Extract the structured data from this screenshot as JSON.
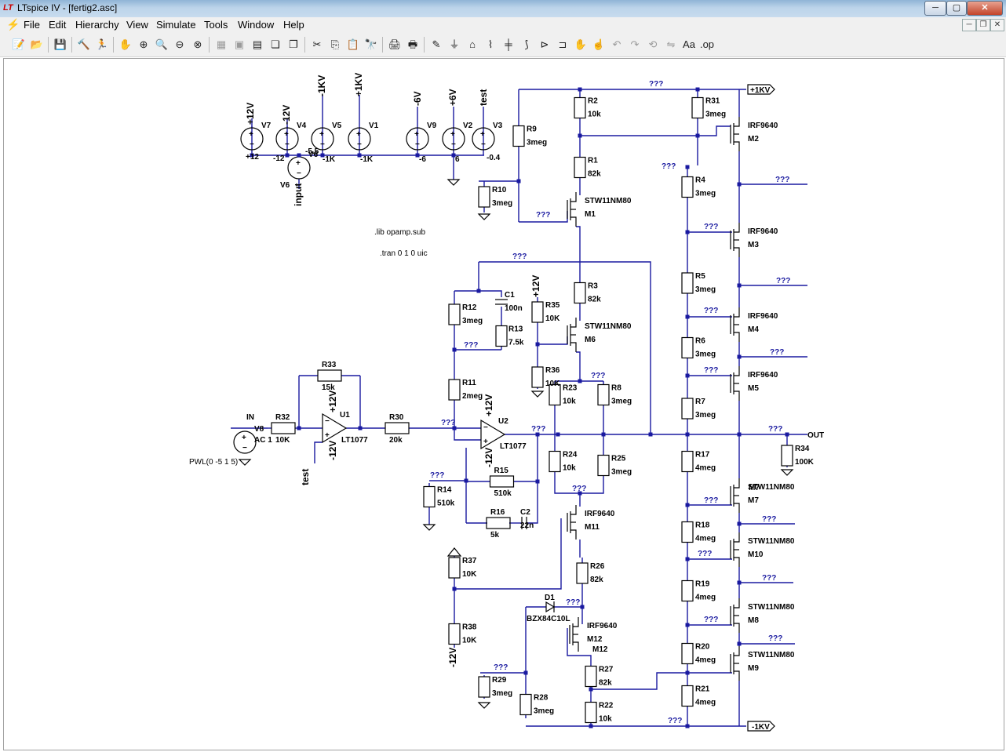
{
  "window": {
    "title": "LTspice IV - [fertig2.asc]",
    "minimize": "─",
    "maximize": "▢",
    "close": "✕"
  },
  "menu": [
    "File",
    "Edit",
    "Hierarchy",
    "View",
    "Simulate",
    "Tools",
    "Window",
    "Help"
  ],
  "toolbar_icons": [
    "new-schematic-icon",
    "open-icon",
    "save-icon",
    "control-panel-icon",
    "run-icon",
    "halt-icon",
    "zoom-in-icon",
    "pan-icon",
    "zoom-out-icon",
    "zoom-cancel-icon",
    "autoscale-icon",
    "fit-icon",
    "tile-icon",
    "cascade-icon",
    "close-all-icon",
    "cut-icon",
    "copy-icon",
    "paste-icon",
    "find-icon",
    "print-setup-icon",
    "print-icon",
    "wire-icon",
    "ground-icon",
    "label-icon",
    "resistor-icon",
    "capacitor-icon",
    "inductor-icon",
    "diode-icon",
    "component-icon",
    "move-icon",
    "drag-icon",
    "undo-icon",
    "redo-icon",
    "rotate-icon",
    "mirror-icon",
    "text-icon",
    "spice-directive-icon"
  ],
  "directives": [
    ".lib opamp.sub",
    ".tran 0 1 0  uic"
  ],
  "labels": [
    "???",
    "+1KV",
    "-1KV",
    "OUT",
    "IN",
    "input",
    "test"
  ],
  "components": [
    {
      "ref": "V7",
      "value": "+12"
    },
    {
      "ref": "V4",
      "value": "-12"
    },
    {
      "ref": "V5",
      "value": "-5.5"
    },
    {
      "ref": "V1",
      "value": "-1K"
    },
    {
      "ref": "V9",
      "value": "-6"
    },
    {
      "ref": "V2",
      "value": "6"
    },
    {
      "ref": "V3",
      "value": "-0.4"
    },
    {
      "ref": "V6",
      "value": ""
    },
    {
      "ref": "V8",
      "value": "AC 1"
    },
    {
      "ref": "PWL",
      "value": "PWL(0 -5 1 5)"
    },
    {
      "ref": "R2",
      "value": "10k"
    },
    {
      "ref": "R31",
      "value": "3meg"
    },
    {
      "ref": "R9",
      "value": "3meg"
    },
    {
      "ref": "R1",
      "value": "82k"
    },
    {
      "ref": "R10",
      "value": "3meg"
    },
    {
      "ref": "M1",
      "value": "STW11NM80"
    },
    {
      "ref": "M2",
      "value": "IRF9640"
    },
    {
      "ref": "R4",
      "value": "3meg"
    },
    {
      "ref": "M3",
      "value": "IRF9640"
    },
    {
      "ref": "R5",
      "value": "3meg"
    },
    {
      "ref": "M4",
      "value": "IRF9640"
    },
    {
      "ref": "R6",
      "value": "3meg"
    },
    {
      "ref": "M5",
      "value": "IRF9640"
    },
    {
      "ref": "R7",
      "value": "3meg"
    },
    {
      "ref": "R3",
      "value": "82k"
    },
    {
      "ref": "R35",
      "value": "10K"
    },
    {
      "ref": "M6",
      "value": "STW11NM80"
    },
    {
      "ref": "C1",
      "value": "100n"
    },
    {
      "ref": "R12",
      "value": "3meg"
    },
    {
      "ref": "R13",
      "value": "7.5k"
    },
    {
      "ref": "R36",
      "value": "10K"
    },
    {
      "ref": "R23",
      "value": "10k"
    },
    {
      "ref": "R8",
      "value": "3meg"
    },
    {
      "ref": "R11",
      "value": "2meg"
    },
    {
      "ref": "R33",
      "value": "15k"
    },
    {
      "ref": "R32",
      "value": "10K"
    },
    {
      "ref": "U1",
      "value": "LT1077"
    },
    {
      "ref": "R30",
      "value": "20k"
    },
    {
      "ref": "U2",
      "value": "LT1077"
    },
    {
      "ref": "R24",
      "value": "10k"
    },
    {
      "ref": "R25",
      "value": "3meg"
    },
    {
      "ref": "R34",
      "value": "100K"
    },
    {
      "ref": "R17",
      "value": "4meg"
    },
    {
      "ref": "M7",
      "value": "STW11NM80"
    },
    {
      "ref": "R14",
      "value": "510k"
    },
    {
      "ref": "R15",
      "value": "510k"
    },
    {
      "ref": "R16",
      "value": "5k"
    },
    {
      "ref": "C2",
      "value": "22n"
    },
    {
      "ref": "M11",
      "value": "IRF9640"
    },
    {
      "ref": "R18",
      "value": "4meg"
    },
    {
      "ref": "M10",
      "value": "STW11NM80"
    },
    {
      "ref": "R37",
      "value": "10K"
    },
    {
      "ref": "R26",
      "value": "82k"
    },
    {
      "ref": "R19",
      "value": "4meg"
    },
    {
      "ref": "M8",
      "value": "STW11NM80"
    },
    {
      "ref": "D1",
      "value": "BZX84C10L"
    },
    {
      "ref": "M12",
      "value": "IRF9640"
    },
    {
      "ref": "R38",
      "value": "10K"
    },
    {
      "ref": "R20",
      "value": "4meg"
    },
    {
      "ref": "M9",
      "value": "STW11NM80"
    },
    {
      "ref": "R27",
      "value": "82k"
    },
    {
      "ref": "R29",
      "value": "3meg"
    },
    {
      "ref": "R28",
      "value": "3meg"
    },
    {
      "ref": "R22",
      "value": "10k"
    },
    {
      "ref": "R21",
      "value": "4meg"
    }
  ],
  "source_names": [
    "+12V",
    "-12V",
    "-1KV",
    "+1KV",
    "-6V",
    "+6V",
    "test"
  ],
  "colors": {
    "wire": "#1a1aa0",
    "part": "#000000",
    "junction": "#1a1aa0",
    "label": "#1a1aa0"
  }
}
